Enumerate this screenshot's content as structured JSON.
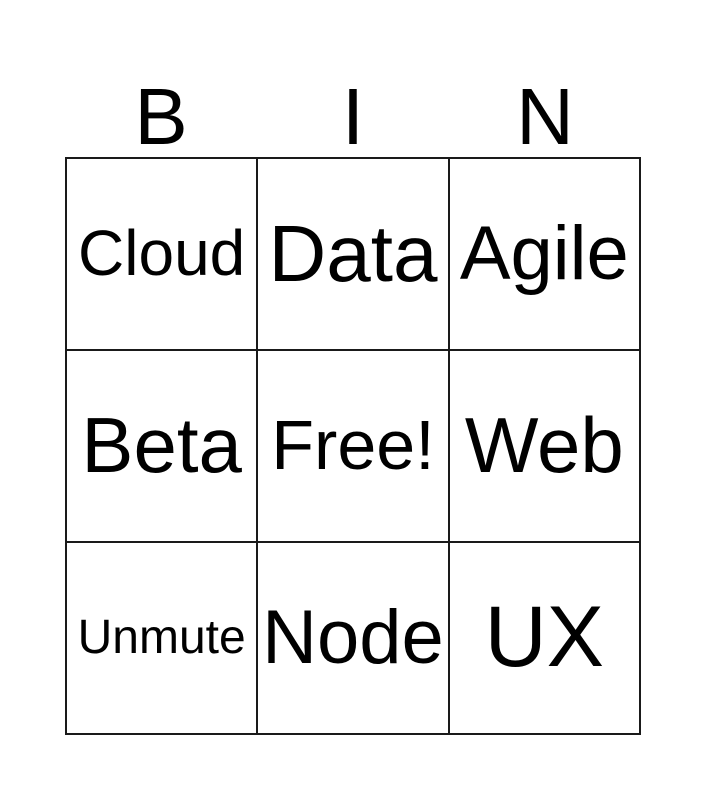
{
  "card": {
    "type": "bingo-card",
    "background_color": "#ffffff",
    "line_color": "#1a1a1a",
    "text_color": "#000000",
    "columns": 3,
    "rows": 3
  },
  "header": {
    "letters": [
      {
        "label": "B"
      },
      {
        "label": "I"
      },
      {
        "label": "N"
      }
    ]
  },
  "grid": {
    "rows": [
      {
        "cells": [
          {
            "label": "Cloud",
            "column": "B",
            "row": 1,
            "free_space": false
          },
          {
            "label": "Data",
            "column": "I",
            "row": 1,
            "free_space": false
          },
          {
            "label": "Agile",
            "column": "N",
            "row": 1,
            "free_space": false
          }
        ]
      },
      {
        "cells": [
          {
            "label": "Beta",
            "column": "B",
            "row": 2,
            "free_space": false
          },
          {
            "label": "Free!",
            "column": "I",
            "row": 2,
            "free_space": true
          },
          {
            "label": "Web",
            "column": "N",
            "row": 2,
            "free_space": false
          }
        ]
      },
      {
        "cells": [
          {
            "label": "Unmute",
            "column": "B",
            "row": 3,
            "free_space": false
          },
          {
            "label": "Node",
            "column": "I",
            "row": 3,
            "free_space": false
          },
          {
            "label": "UX",
            "column": "N",
            "row": 3,
            "free_space": false
          }
        ]
      }
    ]
  }
}
